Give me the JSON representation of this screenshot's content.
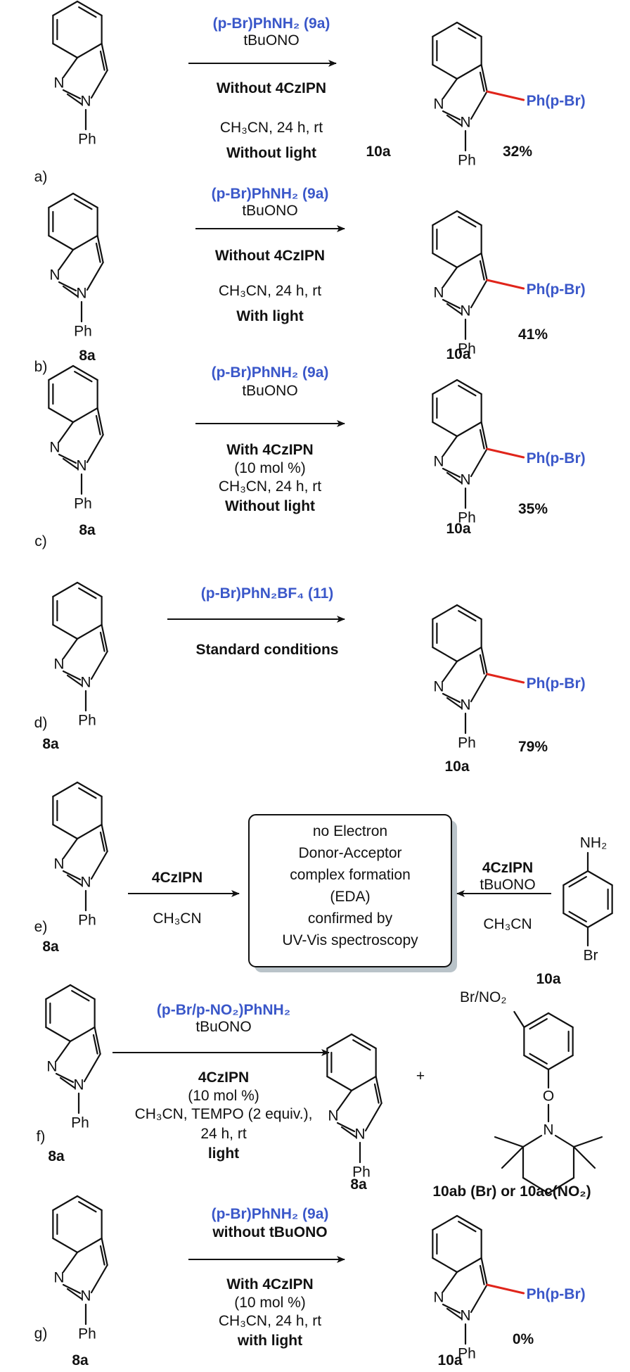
{
  "panels": {
    "a": {
      "label": "a)",
      "reagent": "(p-Br)PhNH₂ (9a)",
      "reagent2": "tBuONO",
      "cond1": "Without 4CzIPN",
      "cond2": "CH₃CN, 24 h, rt",
      "cond3": "Without light",
      "start_label": "",
      "product_label": "10a",
      "yield": "32%"
    },
    "b": {
      "label": "b)",
      "reagent": "(p-Br)PhNH₂ (9a)",
      "reagent2": "tBuONO",
      "cond1": "Without 4CzIPN",
      "cond2": "CH₃CN, 24 h, rt",
      "cond3": "With light",
      "start_label": "8a",
      "product_label": "10a",
      "yield": "41%"
    },
    "c": {
      "label": "c)",
      "reagent": "(p-Br)PhNH₂ (9a)",
      "reagent2": "tBuONO",
      "cond1": "With 4CzIPN",
      "cond1b": "(10 mol %)",
      "cond2": "CH₃CN, 24 h, rt",
      "cond3": "Without light",
      "start_label": "8a",
      "product_label": "10a",
      "yield": "35%"
    },
    "d": {
      "label": "d)",
      "reagent": "(p-Br)PhN₂BF₄ (11)",
      "cond1": "Standard conditions",
      "start_label": "8a",
      "product_label": "10a",
      "yield": "79%"
    },
    "e": {
      "label": "e)",
      "left_reagent": "4CzIPN",
      "left_solvent": "CH₃CN",
      "box_lines": [
        "no Electron",
        "Donor-Acceptor",
        "complex formation",
        "(EDA)",
        "confirmed by",
        "UV-Vis spectroscopy"
      ],
      "right_reagent": "4CzIPN",
      "right_reagent2": "tBuONO",
      "right_solvent": "CH₃CN",
      "start_label": "8a",
      "right_label": "10a"
    },
    "f": {
      "label": "f)",
      "reagent": "(p-Br/p-NO₂)PhNH₂",
      "reagent2": "tBuONO",
      "cond1": "4CzIPN",
      "cond1b": "(10 mol %)",
      "cond2": "CH₃CN, TEMPO (2 equiv.),",
      "cond3": "24 h, rt",
      "cond4": "light",
      "start_label": "8a",
      "product_label": "8a",
      "plus": "+",
      "adduct_sub": "Br/NO₂",
      "adduct_label": "10ab (Br) or 10ac(NO₂)"
    },
    "g": {
      "label": "g)",
      "reagent": "(p-Br)PhNH₂ (9a)",
      "reagent2": "without tBuONO",
      "cond1": "With 4CzIPN",
      "cond1b": "(10 mol %)",
      "cond2": "CH₃CN, 24 h, rt",
      "cond3": "with light",
      "start_label": "8a",
      "product_label": "10a",
      "yield": "0%"
    }
  },
  "atoms": {
    "N": "N",
    "Ph": "Ph",
    "NH2": "NH₂",
    "Br": "Br",
    "O": "O",
    "substituent": "Ph(p-Br)"
  },
  "colors": {
    "blue": "#3a57c9",
    "red": "#e0251b",
    "box_shadow": "#b9c3c9"
  }
}
